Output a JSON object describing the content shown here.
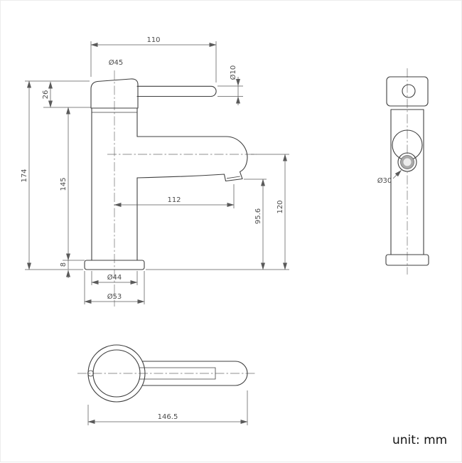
{
  "drawing": {
    "unit_label": "unit: mm",
    "colors": {
      "outline": "#3f3f3f",
      "dimension": "#5a5a5a",
      "centerline": "#6e6e6e",
      "background": "#ffffff",
      "aerator_shade": "#a9a9a9"
    },
    "front_view": {
      "dims": {
        "overall_width": "110",
        "handle_diameter": "Ø45",
        "handle_height": "26",
        "lever_diameter": "Ø10",
        "overall_height": "174",
        "body_height": "145",
        "spout_reach": "112",
        "aerator_height": "95.6",
        "spout_height": "120",
        "base_plate_height": "8",
        "body_diameter": "Ø44",
        "base_diameter": "Ø53"
      }
    },
    "side_view": {
      "dims": {
        "aerator_diameter": "Ø30"
      }
    },
    "top_view": {
      "dims": {
        "overall_length": "146.5"
      }
    }
  }
}
